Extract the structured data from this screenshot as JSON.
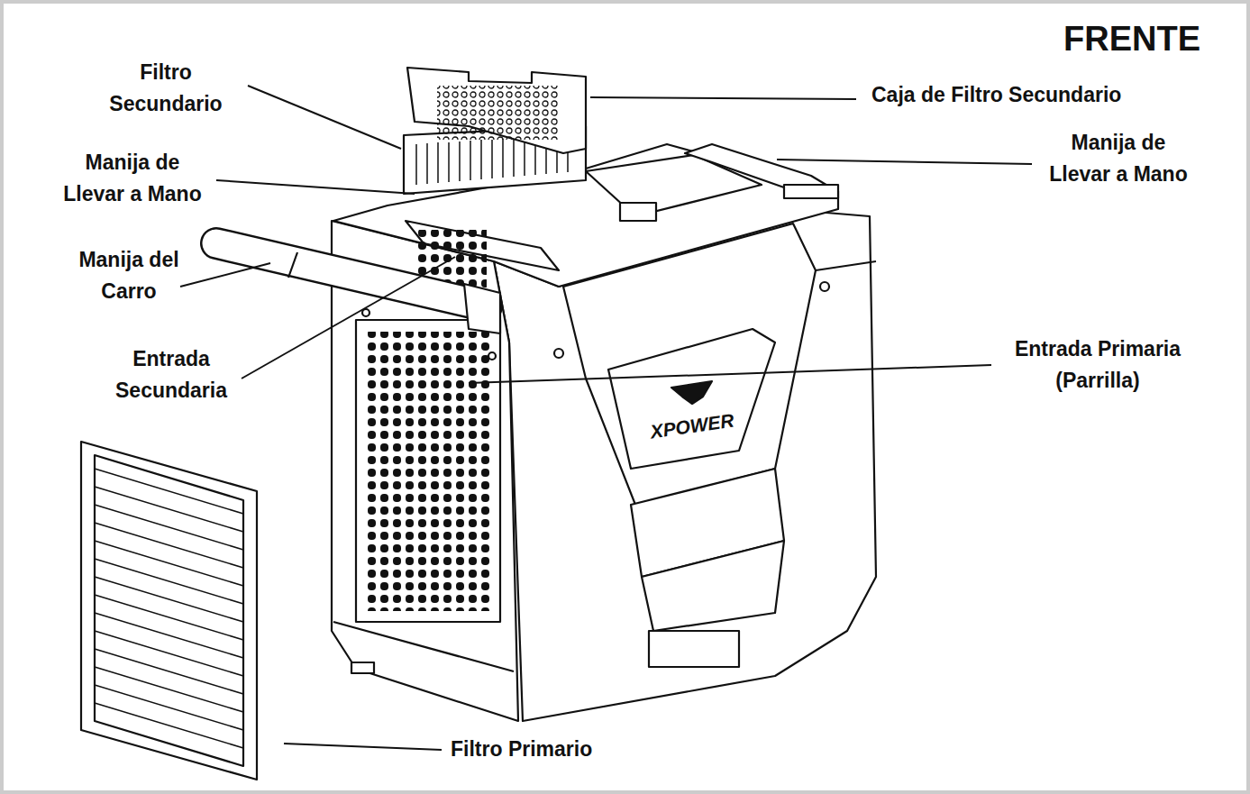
{
  "diagram": {
    "title": "FRENTE",
    "labels": [
      "Filtro Secundario",
      "Caja de Filtro Secundario",
      "Manija de Llevar a Mano",
      "Manija de Llevar a Mano",
      "Manija del Carro",
      "Entrada Secundaria",
      "Entrada Primaria (Parrilla)",
      "XPOWER",
      "Filtro Primario"
    ]
  }
}
